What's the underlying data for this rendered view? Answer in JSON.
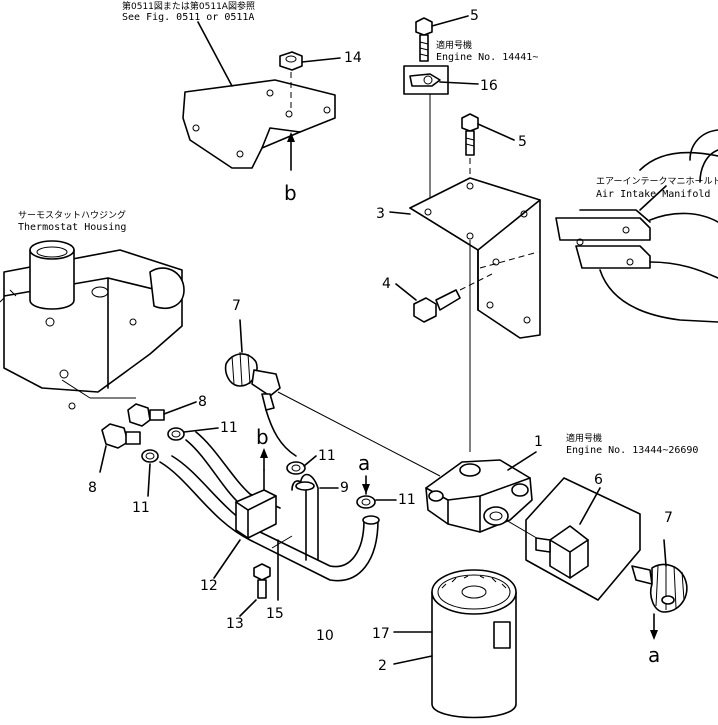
{
  "notes": {
    "fig_ref_jp": "第0511図または第0511A図参照",
    "fig_ref_en": "See Fig. 0511 or 0511A",
    "applicable_jp_1": "適用号機",
    "engine_range_1": "Engine No. 14441~",
    "applicable_jp_2": "適用号機",
    "engine_range_2": "Engine No. 13444~26690",
    "manifold_jp": "エアーインテークマニホールド",
    "manifold_en": "Air Intake Manifold",
    "thermostat_jp": "サーモスタットハウジング",
    "thermostat_en": "Thermostat Housing"
  },
  "callouts": {
    "c1": "1",
    "c2": "2",
    "c3": "3",
    "c4": "4",
    "c5a": "5",
    "c5b": "5",
    "c6": "6",
    "c7a": "7",
    "c7b": "7",
    "c8a": "8",
    "c8b": "8",
    "c9": "9",
    "c10": "10",
    "c11a": "11",
    "c11b": "11",
    "c11c": "11",
    "c11d": "11",
    "c12": "12",
    "c13": "13",
    "c14": "14",
    "c15": "15",
    "c16": "16",
    "c17": "17"
  },
  "letters": {
    "b_top": "b",
    "b_mid": "b",
    "a_mid": "a",
    "a_bottom": "a"
  }
}
